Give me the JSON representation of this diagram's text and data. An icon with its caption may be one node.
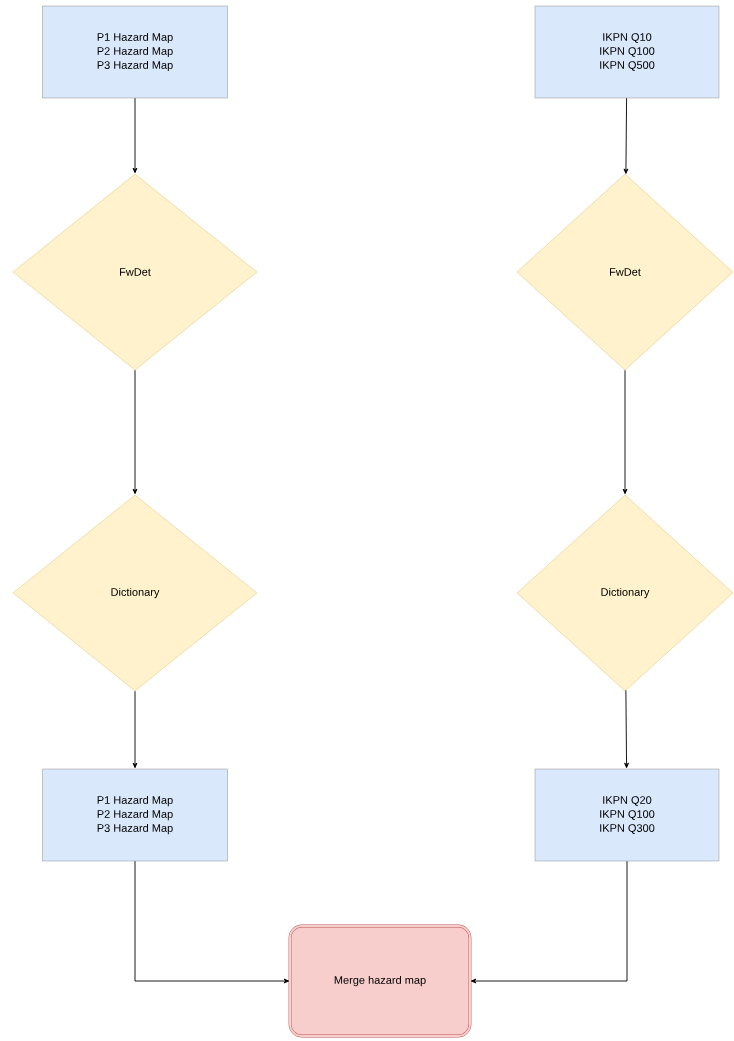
{
  "diagram": {
    "nodes": [
      {
        "text": [
          "P1 Hazard Map",
          "P2 Hazard Map",
          "P3 Hazard Map"
        ]
      },
      {
        "text": [
          "IKPN Q10",
          "IKPN Q100",
          "IKPN Q500"
        ]
      },
      {
        "text": [
          "FwDet"
        ]
      },
      {
        "text": [
          "FwDet"
        ]
      },
      {
        "text": [
          "Dictionary"
        ]
      },
      {
        "text": [
          "Dictionary"
        ]
      },
      {
        "text": [
          "P1 Hazard Map",
          "P2 Hazard Map",
          "P3 Hazard Map"
        ]
      },
      {
        "text": [
          "IKPN Q20",
          "IKPN Q100",
          "IKPN Q300"
        ]
      },
      {
        "text": [
          "Merge hazard map"
        ]
      }
    ],
    "edges": [
      {
        "from": 0,
        "to": 2,
        "arrow": "to"
      },
      {
        "from": 2,
        "to": 4,
        "arrow": "to"
      },
      {
        "from": 4,
        "to": 6,
        "arrow": "to"
      },
      {
        "from": 6,
        "to": 8,
        "arrow": "to"
      },
      {
        "from": 1,
        "to": 3,
        "arrow": "to"
      },
      {
        "from": 3,
        "to": 5,
        "arrow": "to"
      },
      {
        "from": 5,
        "to": 7,
        "arrow": "to"
      },
      {
        "from": 7,
        "to": 8,
        "arrow": "to"
      }
    ]
  }
}
